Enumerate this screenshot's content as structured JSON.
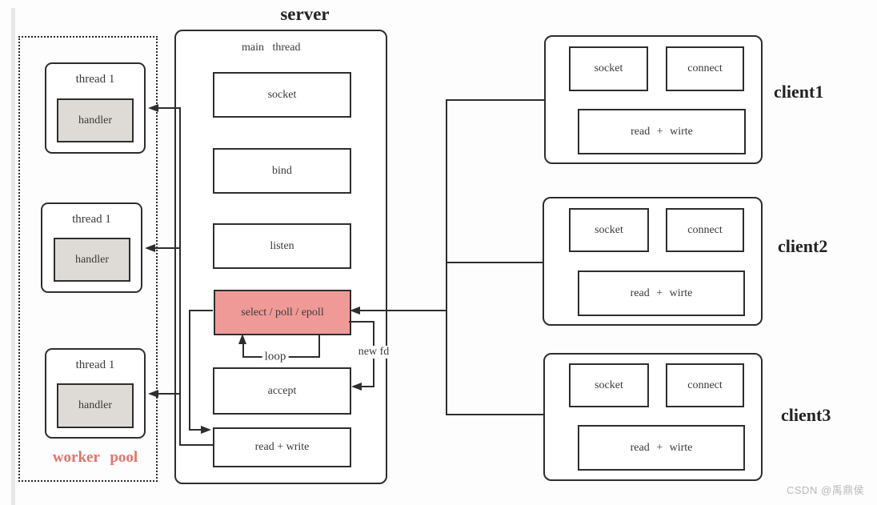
{
  "title": "server",
  "server": {
    "main_thread_label": "main thread",
    "boxes": {
      "socket": "socket",
      "bind": "bind",
      "listen": "listen",
      "select": "select / poll / epoll",
      "accept": "accept",
      "read_write": "read + write"
    },
    "loop_label": "loop",
    "new_fd_label": "new fd"
  },
  "worker_pool": {
    "label": "worker pool",
    "threads": [
      {
        "label": "thread 1",
        "handler_label": "handler"
      },
      {
        "label": "thread 1",
        "handler_label": "handler"
      },
      {
        "label": "thread 1",
        "handler_label": "handler"
      }
    ]
  },
  "clients": [
    {
      "name": "client1",
      "socket": "socket",
      "connect": "connect",
      "read_write": "read + wirte"
    },
    {
      "name": "client2",
      "socket": "socket",
      "connect": "connect",
      "read_write": "read + wirte"
    },
    {
      "name": "client3",
      "socket": "socket",
      "connect": "connect",
      "read_write": "read + wirte"
    }
  ],
  "watermark": "CSDN @禹鼎侯",
  "colors": {
    "line": "#2e2e2e",
    "select_fill": "#ef9a97",
    "handler_fill": "#dedad5",
    "worker_pool_text": "#e4726b",
    "text": "#3a3a3a",
    "watermark_text": "#b9b9b9",
    "page_bg": "#fdfdfd"
  }
}
